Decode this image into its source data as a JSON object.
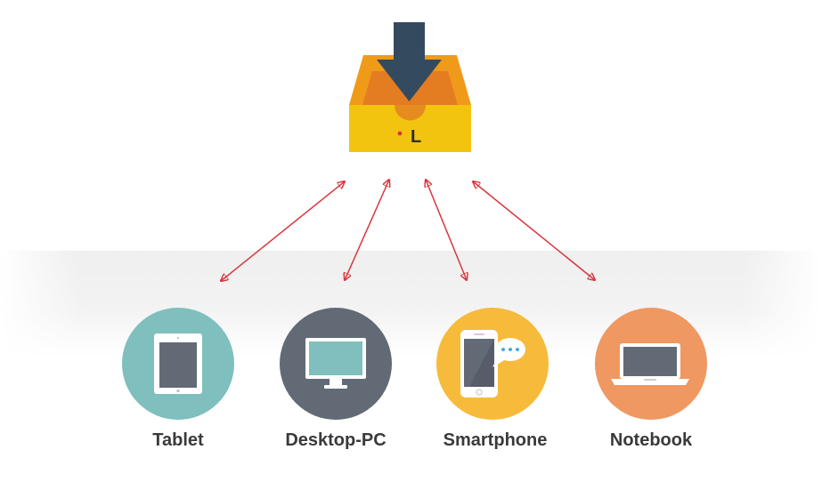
{
  "logo": {
    "letter": "L"
  },
  "devices": [
    {
      "label": "Tablet",
      "icon": "tablet-icon",
      "color": "#7fbfbe"
    },
    {
      "label": "Desktop-PC",
      "icon": "desktop-icon",
      "color": "#626a75"
    },
    {
      "label": "Smartphone",
      "icon": "smartphone-icon",
      "color": "#f7bb3c"
    },
    {
      "label": "Notebook",
      "icon": "notebook-icon",
      "color": "#ef9862"
    }
  ],
  "colors": {
    "tray_top": "#f09a1a",
    "tray_inner": "#e47c22",
    "tray_front": "#f2c40f",
    "download_arrow": "#344a5e",
    "sync_arrows": "#d8353d"
  }
}
